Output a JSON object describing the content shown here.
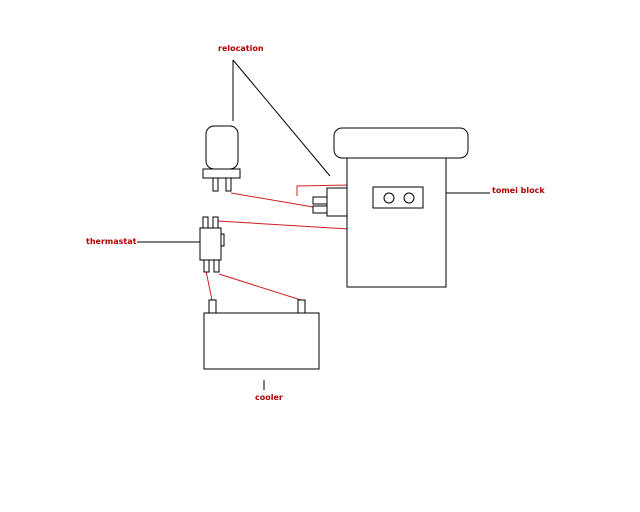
{
  "labels": {
    "relocation": "relocation",
    "thermastat": "thermastat",
    "tomei_block": "tomei block",
    "cooler": "cooler"
  },
  "colors": {
    "wire": "#cc2020",
    "outline": "#000000",
    "label": "#b00000",
    "background": "#ffffff"
  }
}
